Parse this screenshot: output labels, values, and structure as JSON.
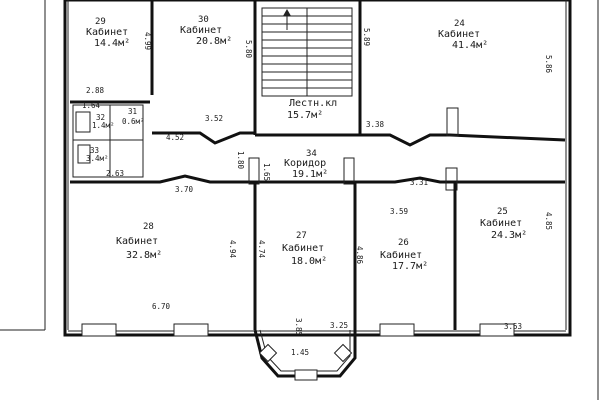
{
  "rooms": [
    {
      "key": "r29",
      "number": "29",
      "name": "Кабинет",
      "area": "14.4м²"
    },
    {
      "key": "r30",
      "number": "30",
      "name": "Кабинет",
      "area": "20.8м²"
    },
    {
      "key": "r24",
      "number": "24",
      "name": "Кабинет",
      "area": "41.4м²"
    },
    {
      "key": "r31",
      "number": "31",
      "name": "",
      "area": "0.6м²"
    },
    {
      "key": "r32",
      "number": "32",
      "name": "",
      "area": "1.4м²"
    },
    {
      "key": "r33",
      "number": "33",
      "name": "",
      "area": "3.4м²"
    },
    {
      "key": "stair",
      "number": "",
      "name": "Лестн.кл",
      "area": "15.7м²"
    },
    {
      "key": "r34",
      "number": "34",
      "name": "Коридор",
      "area": "19.1м²"
    },
    {
      "key": "r28",
      "number": "28",
      "name": "Кабинет",
      "area": "32.8м²"
    },
    {
      "key": "r27",
      "number": "27",
      "name": "Кабинет",
      "area": "18.0м²"
    },
    {
      "key": "r26",
      "number": "26",
      "name": "Кабинет",
      "area": "17.7м²"
    },
    {
      "key": "r25",
      "number": "25",
      "name": "Кабинет",
      "area": "24.3м²"
    }
  ],
  "dimensions": {
    "d499": "4.99",
    "d580": "5.80",
    "d589": "5.89",
    "d586": "5.86",
    "d288": "2.88",
    "d164": "1.64",
    "d352": "3.52",
    "d452": "4.52",
    "d338": "3.38",
    "d180": "1.80",
    "d165": "1.65",
    "d263": "2.63",
    "d370": "3.70",
    "d331": "3.31",
    "d359": "3.59",
    "d485": "4.85",
    "d494": "4.94",
    "d474": "4.74",
    "d486": "4.86",
    "d670": "6.70",
    "d385": "3.85",
    "d325": "3.25",
    "d145": "1.45",
    "d353": "3.53"
  }
}
